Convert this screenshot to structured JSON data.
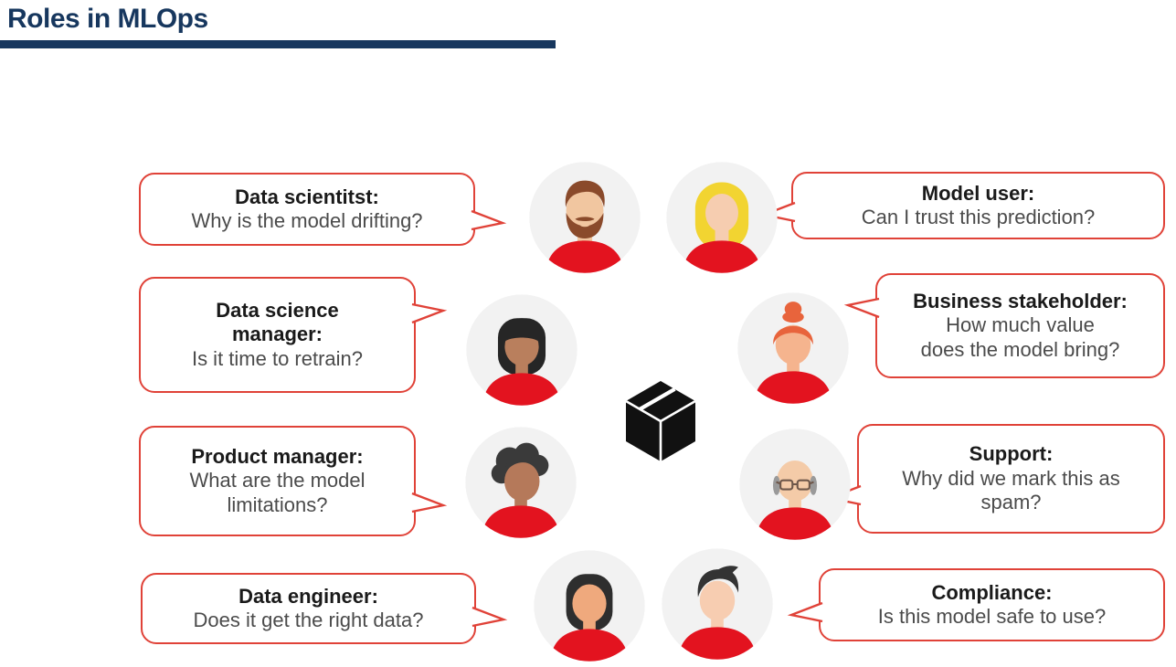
{
  "header": {
    "title": "Roles in MLOps"
  },
  "colors": {
    "accent": "#17375e",
    "bubble_border": "#e04238",
    "role_title_text": "#1a1a1a",
    "question_text": "#4b4b4b",
    "avatar_background": "#f2f2f2",
    "box_color": "#111111"
  },
  "center_icon": {
    "name": "black-box-model-icon",
    "color": "#111111"
  },
  "roles": [
    {
      "id": "data-scientist",
      "side": "left",
      "title": "Data scientitst:",
      "question": "Why is the model drifting?"
    },
    {
      "id": "data-science-manager",
      "side": "left",
      "title": "Data science\nmanager:",
      "question": "Is it time to retrain?"
    },
    {
      "id": "product-manager",
      "side": "left",
      "title": "Product manager:",
      "question": "What are the model\nlimitations?"
    },
    {
      "id": "data-engineer",
      "side": "left",
      "title": "Data engineer:",
      "question": "Does it get the right data?"
    },
    {
      "id": "model-user",
      "side": "right",
      "title": "Model user:",
      "question": "Can I trust this prediction?"
    },
    {
      "id": "business-stakeholder",
      "side": "right",
      "title": "Business stakeholder:",
      "question": "How much value\ndoes the model bring?"
    },
    {
      "id": "support",
      "side": "right",
      "title": "Support:",
      "question": "Why did we mark this as\nspam?"
    },
    {
      "id": "compliance",
      "side": "right",
      "title": "Compliance:",
      "question": "Is this model safe to use?"
    }
  ],
  "avatars": [
    {
      "person": "bearded-man",
      "role": "data-scientist",
      "hair": "#8a4a2b",
      "skin": "#f1c6a0",
      "shirt": "#e3131f"
    },
    {
      "person": "blonde-woman",
      "role": "model-user",
      "hair": "#f2d431",
      "skin": "#f6cdb0",
      "shirt": "#e3131f"
    },
    {
      "person": "bob-bangs-woman",
      "role": "data-science-manager",
      "hair": "#262626",
      "skin": "#b97f5d",
      "shirt": "#e3131f"
    },
    {
      "person": "bun-woman",
      "role": "business-stakeholder",
      "hair": "#e8643c",
      "skin": "#f5b48e",
      "shirt": "#e3131f"
    },
    {
      "person": "curly-hair-man",
      "role": "product-manager",
      "hair": "#3a3a3a",
      "skin": "#b5795a",
      "shirt": "#e3131f"
    },
    {
      "person": "bald-glasses-man",
      "role": "support",
      "hair": "#9a9a9a",
      "skin": "#f4cba8",
      "shirt": "#e3131f",
      "glasses": "#6e574a"
    },
    {
      "person": "bob-woman",
      "role": "data-engineer",
      "hair": "#2e2e2e",
      "skin": "#efa97d",
      "shirt": "#e3131f"
    },
    {
      "person": "swept-hair-man",
      "role": "compliance",
      "hair": "#333333",
      "skin": "#f7cdb1",
      "shirt": "#e3131f"
    }
  ]
}
